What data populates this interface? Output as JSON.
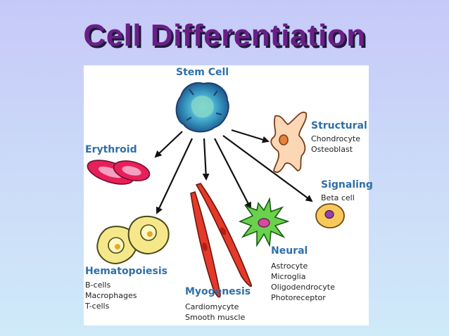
{
  "title": "Cell Differentiation",
  "stem": {
    "label": "Stem Cell"
  },
  "branches": {
    "structural": {
      "label": "Structural",
      "items": [
        "Chondrocyte",
        "Osteoblast"
      ]
    },
    "erythroid": {
      "label": "Erythroid",
      "items": []
    },
    "signaling": {
      "label": "Signaling",
      "items": [
        "Beta cell"
      ]
    },
    "hematopoiesis": {
      "label": "Hematopoiesis",
      "items": [
        "B-cells",
        "Macrophages",
        "T-cells"
      ]
    },
    "neural": {
      "label": "Neural",
      "items": [
        "Astrocyte",
        "Microglia",
        "Oligodendrocyte",
        "Photoreceptor"
      ]
    },
    "myogenesis": {
      "label": "Myogenesis",
      "items": [
        "Cardiomycyte",
        "Smooth muscle"
      ]
    }
  },
  "colors": {
    "title": "#6a1f86",
    "heading": "#2f6fa8",
    "arrow": "#111111"
  }
}
